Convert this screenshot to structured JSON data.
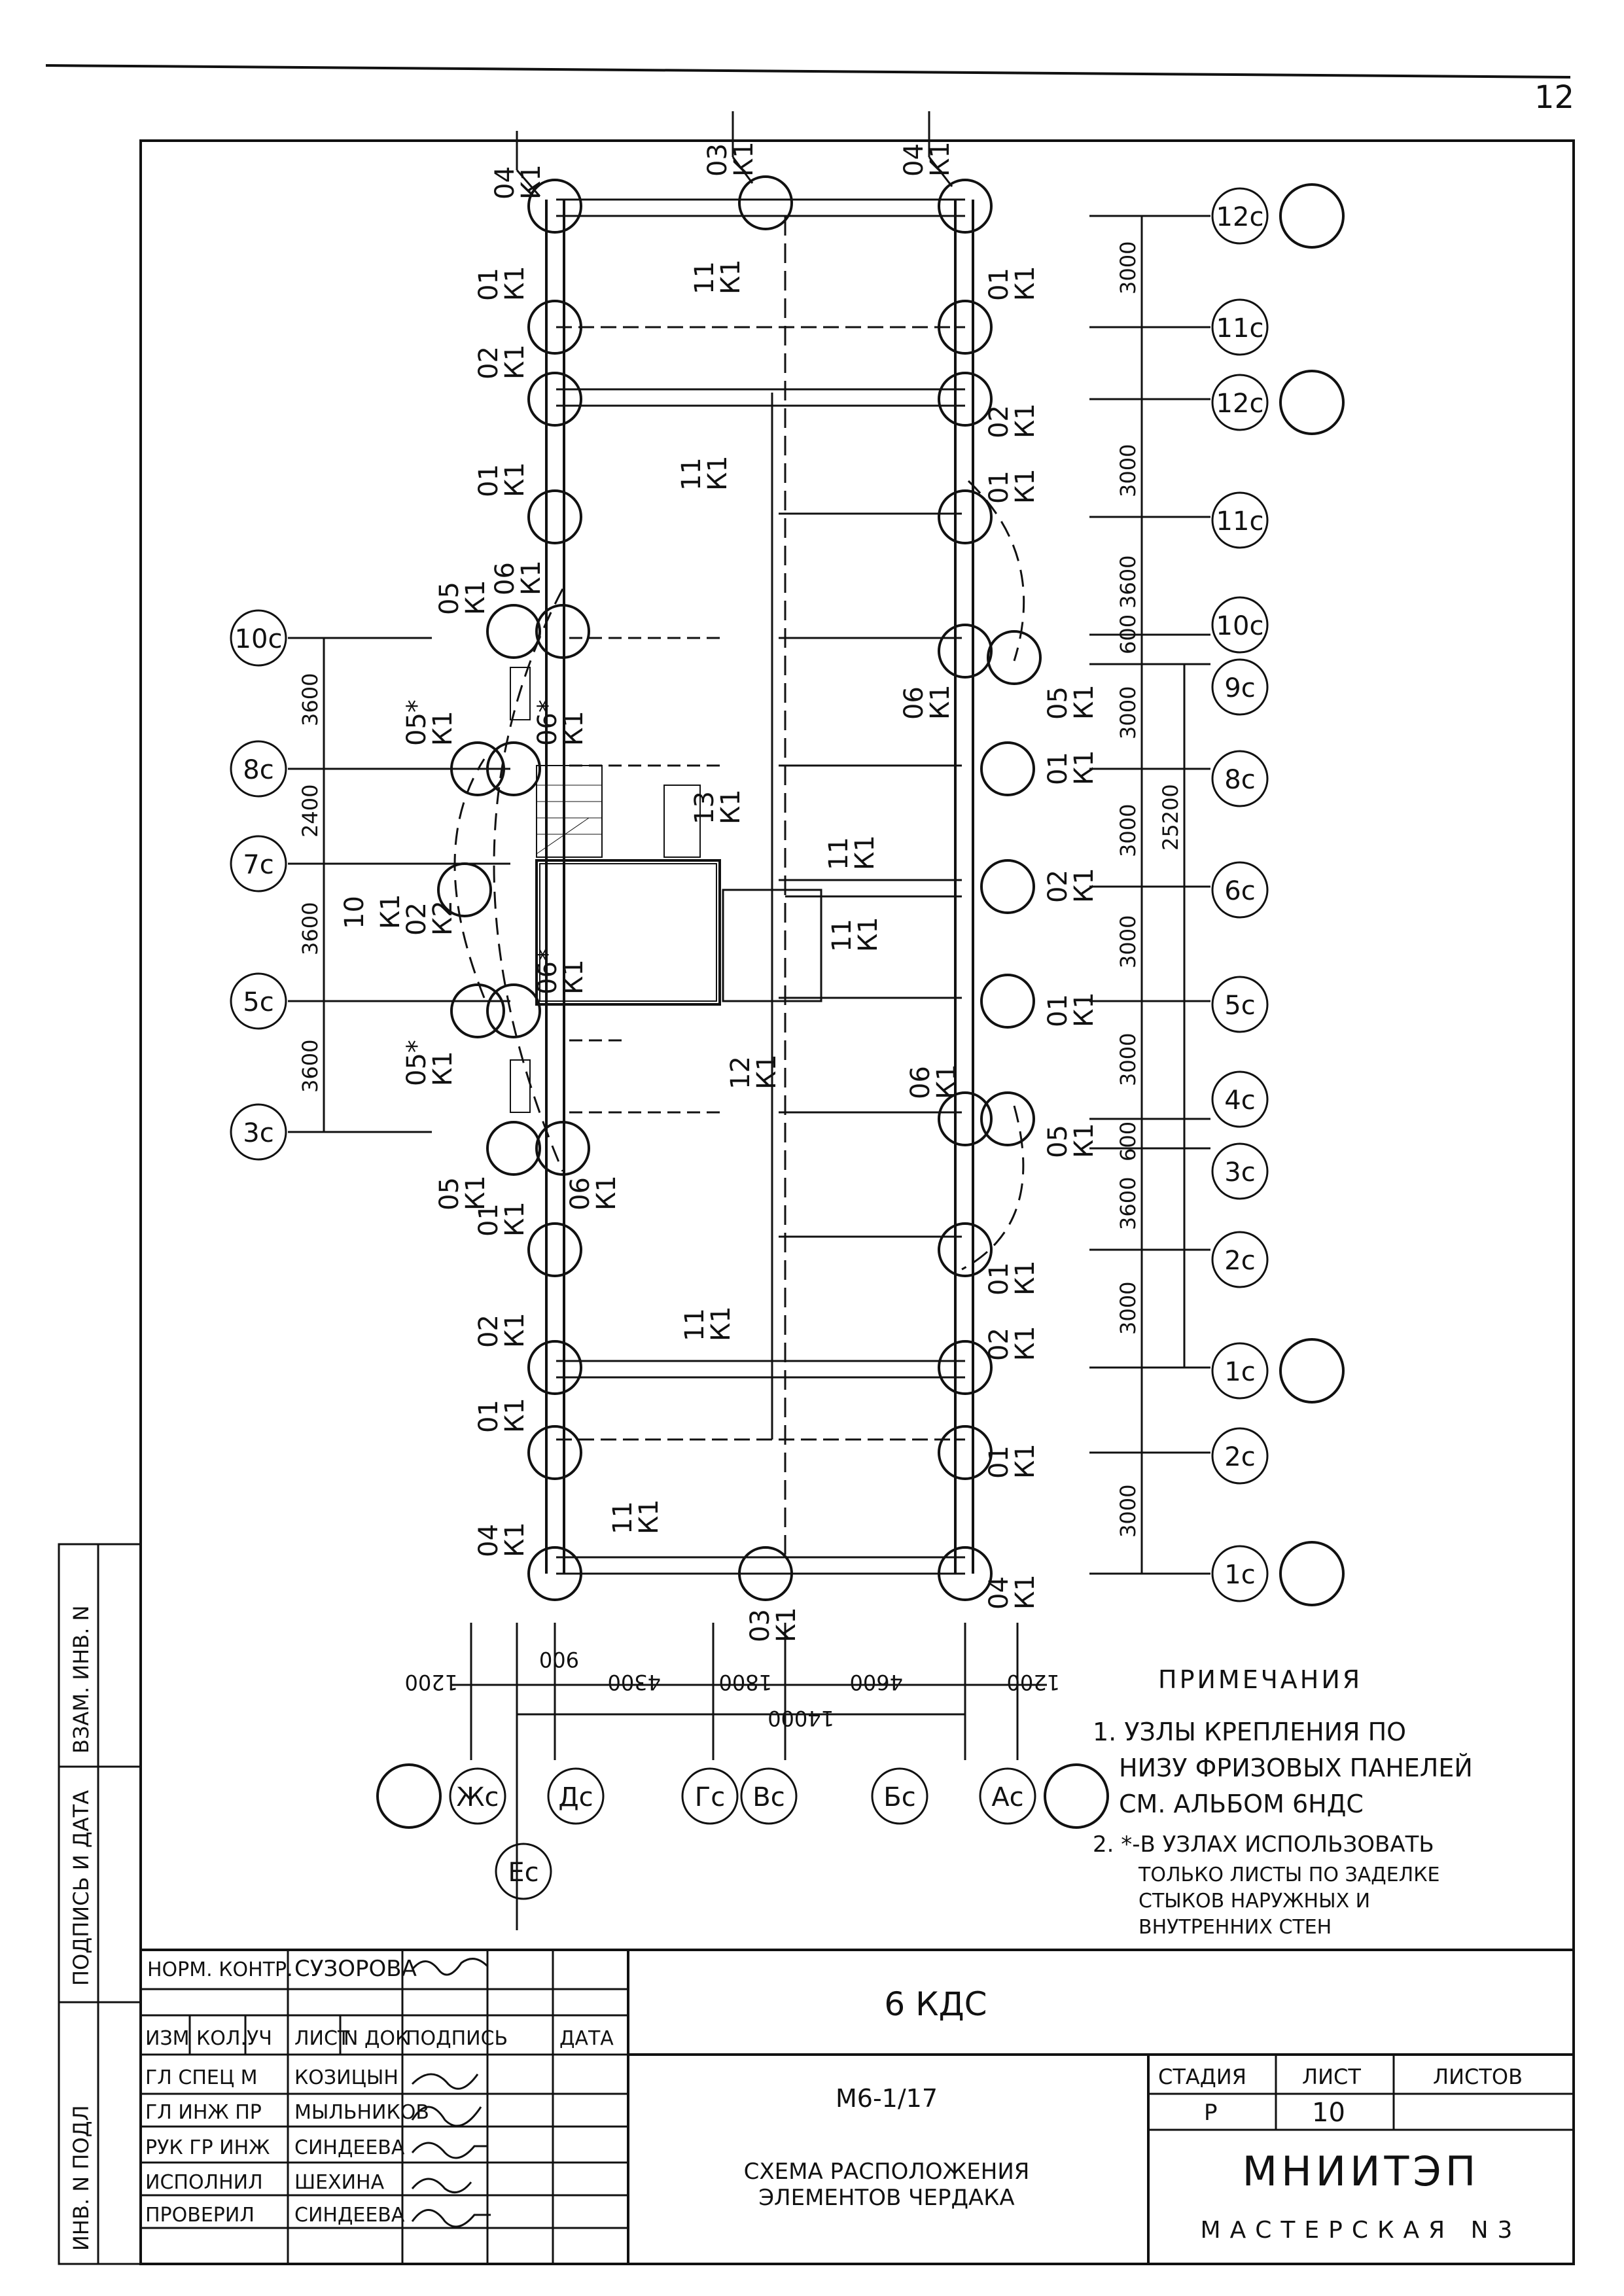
{
  "sheet_number": "12",
  "side_stamp": {
    "inv_podl": "ИНВ. N ПОДЛ",
    "podpis_data": "ПОДПИСЬ И ДАТА",
    "vzam_inv": "ВЗАМ. ИНВ. N"
  },
  "axes_horizontal": [
    {
      "label": "12с"
    },
    {
      "label": "11с"
    },
    {
      "label": "12с"
    },
    {
      "label": "11с"
    },
    {
      "label": "10с"
    },
    {
      "label": "9с"
    },
    {
      "label": "8с"
    },
    {
      "label": "6с"
    },
    {
      "label": "5с"
    },
    {
      "label": "4с"
    },
    {
      "label": "3с"
    },
    {
      "label": "2с"
    },
    {
      "label": "1с"
    },
    {
      "label": "2с"
    },
    {
      "label": "1с"
    }
  ],
  "axes_left": [
    {
      "label": "10с"
    },
    {
      "label": "8с"
    },
    {
      "label": "7с"
    },
    {
      "label": "5с"
    },
    {
      "label": "3с"
    }
  ],
  "axes_bottom": [
    {
      "label": "Жс"
    },
    {
      "label": "Ес"
    },
    {
      "label": "Дс"
    },
    {
      "label": "Гс"
    },
    {
      "label": "Вс"
    },
    {
      "label": "Бс"
    },
    {
      "label": "Ас"
    }
  ],
  "dims_right": [
    "3000",
    "3000",
    "3600",
    "600",
    "3000",
    "3000",
    "3000",
    "3000",
    "600",
    "3600",
    "3000",
    "3000"
  ],
  "dim_right_total": "25200",
  "dims_left": [
    "3600",
    "2400",
    "3600",
    "3600"
  ],
  "dims_bottom": [
    "1200",
    "4300",
    "1800",
    "4600",
    "1200"
  ],
  "dim_bottom_900": "900",
  "dim_bottom_total": "14000",
  "node_tags": [
    {
      "num": "04",
      "sub": "К1"
    },
    {
      "num": "03",
      "sub": "К1"
    },
    {
      "num": "04",
      "sub": "К1"
    },
    {
      "num": "01",
      "sub": "К1"
    },
    {
      "num": "11",
      "sub": "К1"
    },
    {
      "num": "01",
      "sub": "К1"
    },
    {
      "num": "02",
      "sub": "К1"
    },
    {
      "num": "02",
      "sub": "К1"
    },
    {
      "num": "11",
      "sub": "К1"
    },
    {
      "num": "01",
      "sub": "К1"
    },
    {
      "num": "01",
      "sub": "К1"
    },
    {
      "num": "05",
      "sub": "К1"
    },
    {
      "num": "06",
      "sub": "К1"
    },
    {
      "num": "05*",
      "sub": "К1"
    },
    {
      "num": "06*",
      "sub": "К1"
    },
    {
      "num": "06",
      "sub": "К1"
    },
    {
      "num": "05",
      "sub": "К1"
    },
    {
      "num": "13",
      "sub": "К1"
    },
    {
      "num": "01",
      "sub": "К1"
    },
    {
      "num": "11",
      "sub": "К1"
    },
    {
      "num": "02",
      "sub": "К1"
    },
    {
      "num": "10",
      "sub": "К1"
    },
    {
      "num": "02",
      "sub": "К2"
    },
    {
      "num": "11",
      "sub": "К1"
    },
    {
      "num": "06*",
      "sub": "К1"
    },
    {
      "num": "05*",
      "sub": "К1"
    },
    {
      "num": "01",
      "sub": "К1"
    },
    {
      "num": "12",
      "sub": "К1"
    },
    {
      "num": "06",
      "sub": "К1"
    },
    {
      "num": "05",
      "sub": "К1"
    },
    {
      "num": "05",
      "sub": "К1"
    },
    {
      "num": "06",
      "sub": "К1"
    },
    {
      "num": "01",
      "sub": "К1"
    },
    {
      "num": "01",
      "sub": "К1"
    },
    {
      "num": "02",
      "sub": "К1"
    },
    {
      "num": "11",
      "sub": "К1"
    },
    {
      "num": "02",
      "sub": "К1"
    },
    {
      "num": "01",
      "sub": "К1"
    },
    {
      "num": "01",
      "sub": "К1"
    },
    {
      "num": "04",
      "sub": "К1"
    },
    {
      "num": "11",
      "sub": "К1"
    },
    {
      "num": "04",
      "sub": "К1"
    },
    {
      "num": "03",
      "sub": "К1"
    }
  ],
  "notes": {
    "title": "ПРИМЕЧАНИЯ",
    "items": [
      "1. УЗЛЫ КРЕПЛЕНИЯ ПО",
      "НИЗУ ФРИЗОВЫХ ПАНЕЛЕЙ",
      "СМ. АЛЬБОМ 6НДС",
      "2. *-В УЗЛАХ ИСПОЛЬЗОВАТЬ",
      "ТОЛЬКО ЛИСТЫ ПО ЗАДЕЛКЕ",
      "СТЫКОВ НАРУЖНЫХ И",
      "ВНУТРЕННИХ СТЕН"
    ]
  },
  "title_block": {
    "norm_kontr_label": "НОРМ. КОНТР.",
    "norm_kontr_name": "СУЗОРОВА",
    "header_cols": [
      "ИЗМ",
      "КОЛ.УЧ",
      "ЛИСТ",
      "N ДОК",
      "ПОДПИСЬ",
      "ДАТА"
    ],
    "roles": [
      {
        "role": "ГЛ СПЕЦ М",
        "name": "КОЗИЦЫН"
      },
      {
        "role": "ГЛ ИНЖ ПР",
        "name": "МЫЛЬНИКОВ"
      },
      {
        "role": "РУК ГР ИНЖ",
        "name": "СИНДЕЕВА"
      },
      {
        "role": "ИСПОЛНИЛ",
        "name": "ШЕХИНА"
      },
      {
        "role": "ПРОВЕРИЛ",
        "name": "СИНДЕЕВА"
      }
    ],
    "project": "6 КДС",
    "code": "М6-1/17",
    "drawing_title_1": "СХЕМА РАСПОЛОЖЕНИЯ",
    "drawing_title_2": "ЭЛЕМЕНТОВ ЧЕРДАКА",
    "stage_label": "СТАДИЯ",
    "sheet_label": "ЛИСТ",
    "sheets_label": "ЛИСТОВ",
    "stage_value": "Р",
    "sheet_value": "10",
    "org": "МНИИТЭП",
    "workshop": "МАСТЕРСКАЯ  N3"
  }
}
